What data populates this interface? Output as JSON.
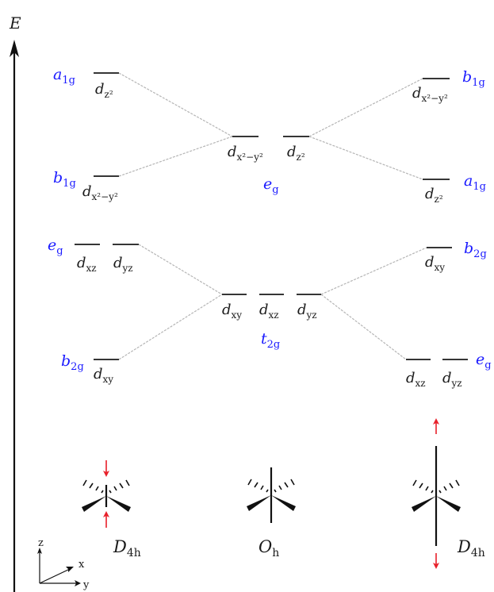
{
  "energy_axis": {
    "label": "E"
  },
  "eg_split": {
    "left": {
      "upper": {
        "term": "a",
        "term_sub": "1g",
        "orbital": "d",
        "orbital_sub": "z²"
      },
      "lower": {
        "term": "b",
        "term_sub": "1g",
        "orbital": "d",
        "orbital_sub": "x²−y²"
      }
    },
    "center": {
      "orbitals": [
        {
          "orbital": "d",
          "orbital_sub": "x²−y²"
        },
        {
          "orbital": "d",
          "orbital_sub": "z²"
        }
      ],
      "term": "e",
      "term_sub": "g"
    },
    "right": {
      "upper": {
        "term": "b",
        "term_sub": "1g",
        "orbital": "d",
        "orbital_sub": "x²−y²"
      },
      "lower": {
        "term": "a",
        "term_sub": "1g",
        "orbital": "d",
        "orbital_sub": "z²"
      }
    }
  },
  "t2g_split": {
    "left": {
      "upper": {
        "term": "e",
        "term_sub": "g",
        "orbitals": [
          {
            "orbital": "d",
            "orbital_sub": "xz"
          },
          {
            "orbital": "d",
            "orbital_sub": "yz"
          }
        ]
      },
      "lower": {
        "term": "b",
        "term_sub": "2g",
        "orbital": "d",
        "orbital_sub": "xy"
      }
    },
    "center": {
      "orbitals": [
        {
          "orbital": "d",
          "orbital_sub": "xy"
        },
        {
          "orbital": "d",
          "orbital_sub": "xz"
        },
        {
          "orbital": "d",
          "orbital_sub": "yz"
        }
      ],
      "term": "t",
      "term_sub": "2g"
    },
    "right": {
      "upper": {
        "term": "b",
        "term_sub": "2g",
        "orbital": "d",
        "orbital_sub": "xy"
      },
      "lower": {
        "term": "e",
        "term_sub": "g",
        "orbitals": [
          {
            "orbital": "d",
            "orbital_sub": "xz"
          },
          {
            "orbital": "d",
            "orbital_sub": "yz"
          }
        ]
      }
    }
  },
  "geometries": {
    "left": {
      "name": "D",
      "name_sub": "4h",
      "distortion": "compressed"
    },
    "center": {
      "name": "O",
      "name_sub": "h"
    },
    "right": {
      "name": "D",
      "name_sub": "4h",
      "distortion": "elongated"
    }
  },
  "axes_legend": {
    "z": "z",
    "x": "x",
    "y": "y"
  },
  "colors": {
    "level_line": "#1a1a1a",
    "connector": "#b8b8b8",
    "term_label": "#1a1aff",
    "arrow": "#e8202a"
  }
}
